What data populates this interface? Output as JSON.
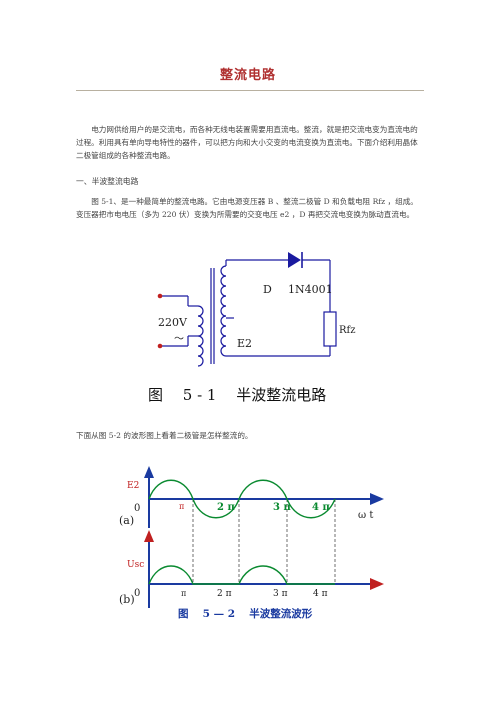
{
  "document": {
    "title": "整流电路",
    "intro": "电力网供给用户的是交流电，而各种无线电装置需要用直流电。整流，就是把交流电变为直流电的过程。利用具有单向导电特性的器件，可以把方向和大小交变的电流变换为直流电。下面介绍利用晶体二极管组成的各种整流电路。",
    "section1_heading": "一、半波整流电路",
    "section1_body": "图 5-1、是一种最简单的整流电路。它由电源变压器 B 、整流二极管 D 和负载电阻 Rfz ，组成。变压器把市电电压（多为 220 伏）变换为所需要的交变电压 e2 ，D 再把交流电变换为脉动直流电。",
    "waveform_intro": "下面从图 5-2 的波形图上看着二极管是怎样整流的。"
  },
  "figure_5_1": {
    "label_D": "D",
    "label_part": "1N4001",
    "label_voltage": "220V",
    "label_tilde": "～",
    "label_E2": "E2",
    "label_R": "Rfz",
    "caption": "图　 5 - 1　 半波整流电路",
    "wire_color": "#1a1aa0",
    "dot_color": "#c02020"
  },
  "figure_5_2": {
    "a_ylabel": "E2",
    "a_tag": "(a)",
    "a_zero": "0",
    "a_xlabel": "ω t",
    "b_ylabel": "Usc",
    "b_tag": "(b)",
    "b_zero": "0",
    "ticks_a": [
      "π",
      "2 π",
      "3 π",
      "4 π"
    ],
    "ticks_b": [
      "π",
      "2 π",
      "3 π",
      "4 π"
    ],
    "caption": "图　 5 — 2　 半波整流波形",
    "axis_color": "#1a3aa0",
    "wave_color": "#0a8a30",
    "label_color": "#c02020"
  }
}
